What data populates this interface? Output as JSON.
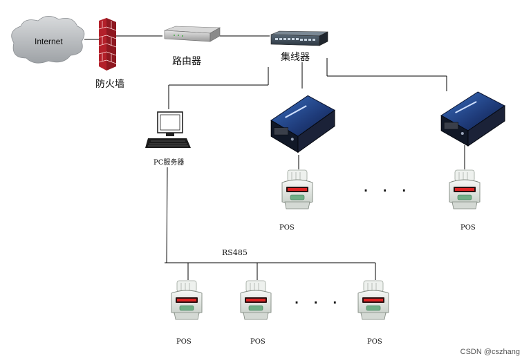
{
  "nodes": {
    "internet": "Internet",
    "firewall": "防火墙",
    "router": "路由器",
    "hub": "集线器",
    "pc_server": "PC服务器",
    "rs485": "RS485",
    "pos_label": "POS",
    "ellipsis": "· · ·"
  },
  "watermark": "CSDN @cszhang",
  "colors": {
    "wire": "#000000",
    "cloud": "#b8bcc0",
    "firewall_brick": "#c8262e",
    "converter_body": "#1d2f5e",
    "pos_display": "#c81e1e",
    "pos_body": "#e8ece8"
  }
}
